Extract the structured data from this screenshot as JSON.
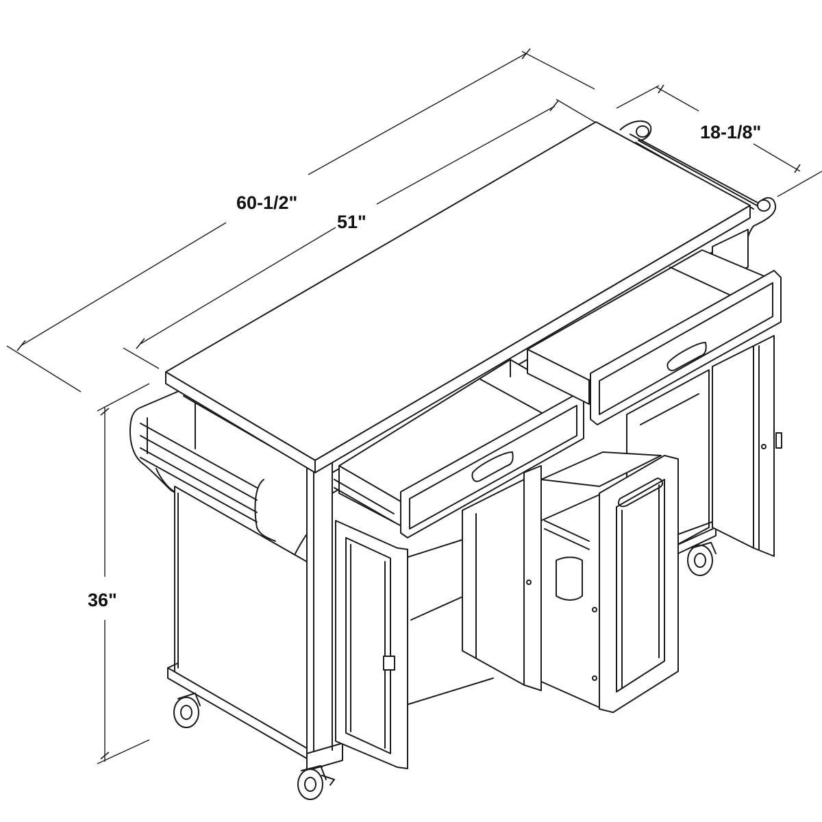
{
  "dimensions": {
    "overall_width": "60-1/2\"",
    "top_width": "51\"",
    "depth": "18-1/8\"",
    "height": "36\""
  },
  "colors": {
    "line": "#1a1a1a",
    "background": "#ffffff",
    "text": "#111111"
  }
}
